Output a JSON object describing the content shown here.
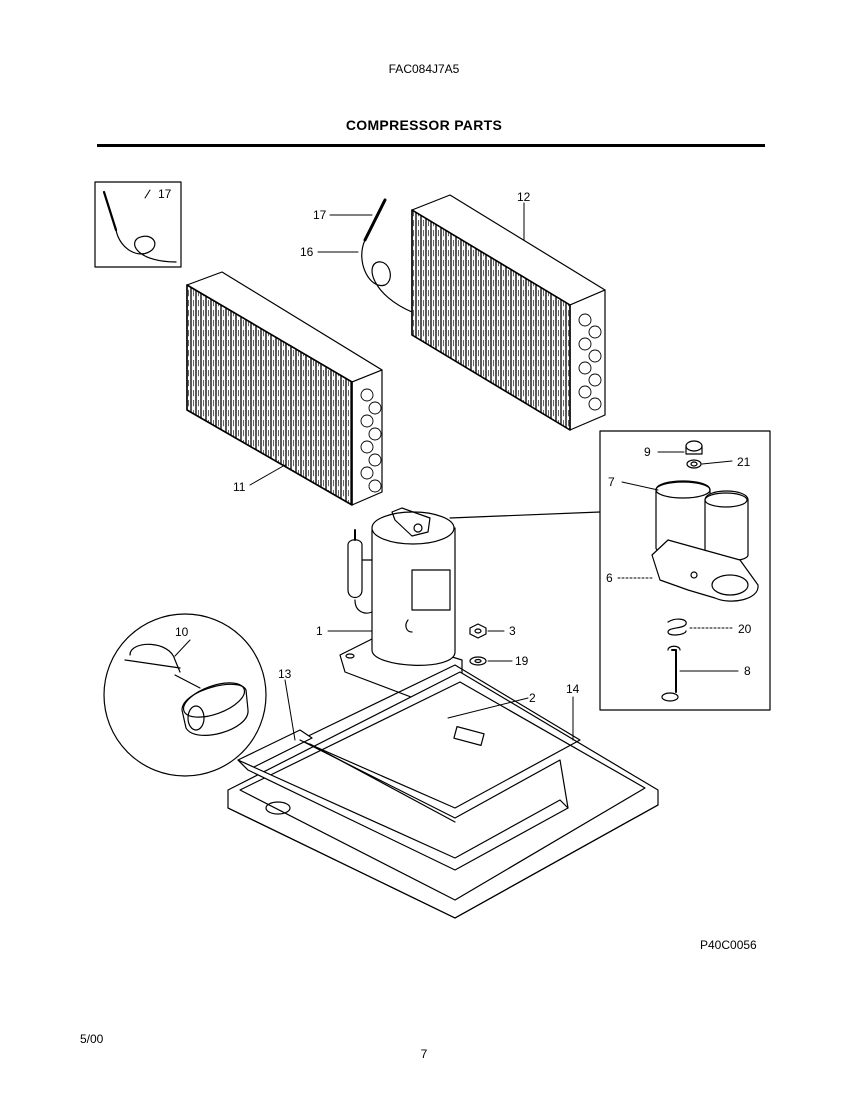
{
  "header": {
    "model_number": "FAC084J7A5",
    "section_title": "COMPRESSOR PARTS"
  },
  "footer": {
    "diagram_code": "P40C0056",
    "date": "5/00",
    "page_number": "7"
  },
  "callouts": [
    {
      "id": "c17a",
      "label": "17"
    },
    {
      "id": "c17b",
      "label": "17"
    },
    {
      "id": "c16",
      "label": "16"
    },
    {
      "id": "c12",
      "label": "12"
    },
    {
      "id": "c11",
      "label": "11"
    },
    {
      "id": "c9",
      "label": "9"
    },
    {
      "id": "c21",
      "label": "21"
    },
    {
      "id": "c7",
      "label": "7"
    },
    {
      "id": "c6",
      "label": "6"
    },
    {
      "id": "c20",
      "label": "20"
    },
    {
      "id": "c8",
      "label": "8"
    },
    {
      "id": "c10",
      "label": "10"
    },
    {
      "id": "c1",
      "label": "1"
    },
    {
      "id": "c3",
      "label": "3"
    },
    {
      "id": "c19",
      "label": "19"
    },
    {
      "id": "c13",
      "label": "13"
    },
    {
      "id": "c2",
      "label": "2"
    },
    {
      "id": "c14",
      "label": "14"
    }
  ]
}
